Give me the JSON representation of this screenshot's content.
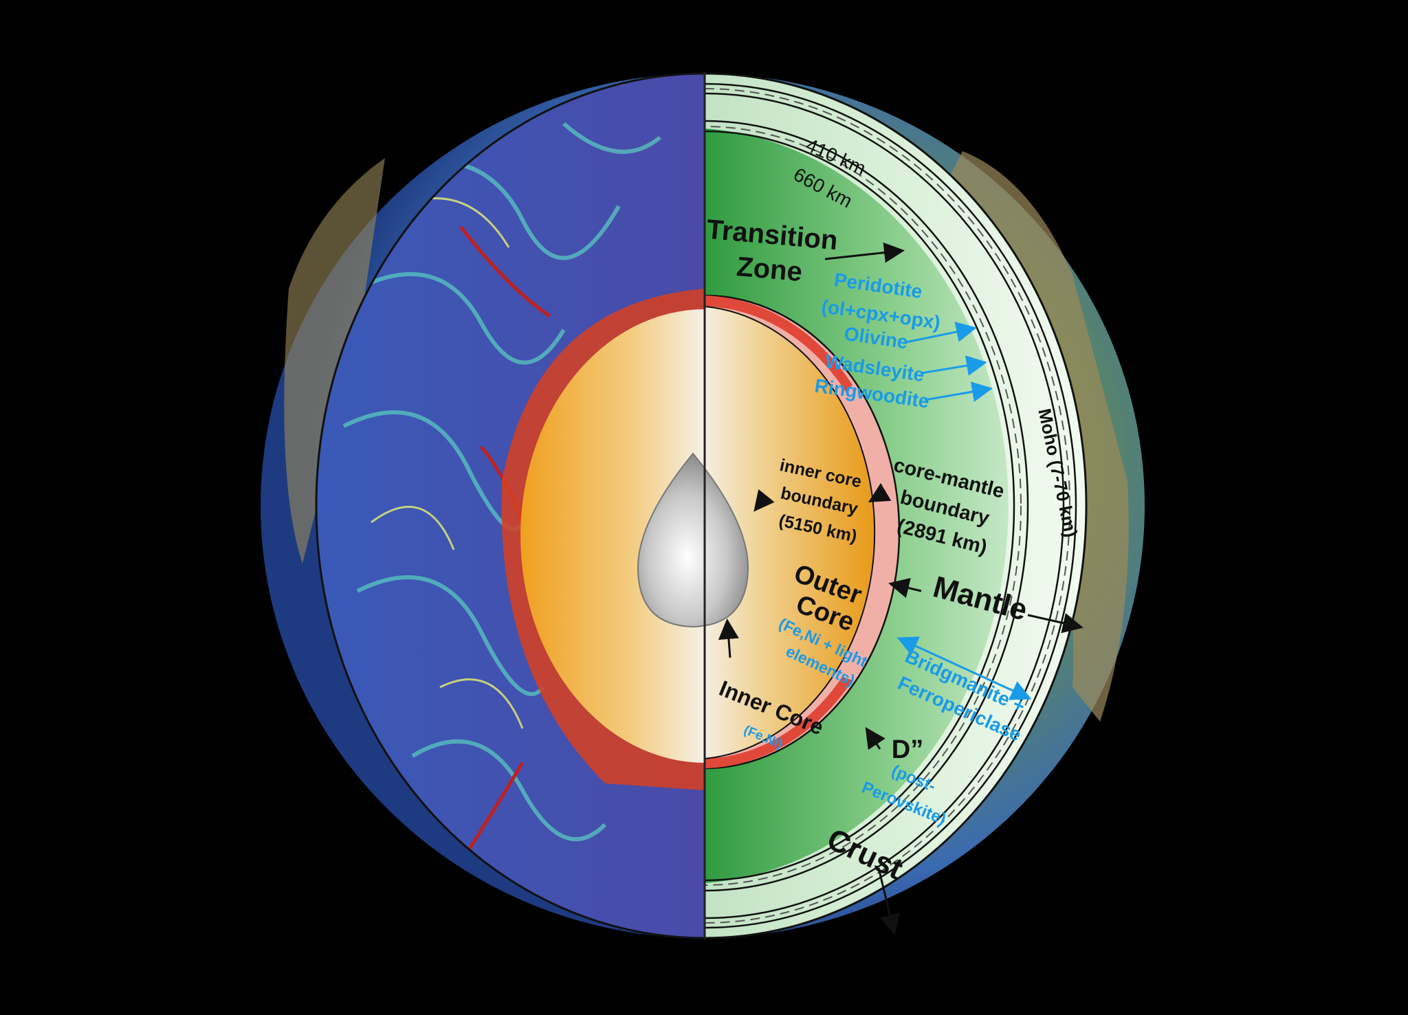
{
  "colors": {
    "background": "#000000",
    "label": "#111111",
    "mineral_label": "#1a9be8",
    "mantle_green": "#2e9a3e",
    "outer_core": "#e8a020",
    "core_mantle_band": "#e0483a",
    "ocean": "#2a5aa8"
  },
  "labels": {
    "depth_410": "410 km",
    "depth_660": "660 km",
    "transition_1": "Transition",
    "transition_2": "Zone",
    "peridotite": "Peridotite",
    "peridotite_formula": "(ol+cpx+opx)",
    "olivine": "Olivine",
    "wadsleyite": "Wadsleyite",
    "ringwoodite": "Ringwoodite",
    "moho": "Moho (7-70 km)",
    "icb_1": "inner core",
    "icb_2": "boundary",
    "icb_3": "(5150 km)",
    "cmb_1": "core-mantle",
    "cmb_2": "boundary",
    "cmb_3": "(2891 km)",
    "outer_core_1": "Outer",
    "outer_core_2": "Core",
    "outer_core_comp_1": "(Fe,Ni + light",
    "outer_core_comp_2": "elements)",
    "mantle": "Mantle",
    "mantle_comp_1": "Bridgmanite +",
    "mantle_comp_2": "Ferropericlase",
    "inner_core": "Inner Core",
    "inner_core_comp": "(Fe,Ni)",
    "d_double_prime": "D”",
    "d_comp_1": "(post-",
    "d_comp_2": "Perovskite)",
    "crust": "Crust"
  }
}
